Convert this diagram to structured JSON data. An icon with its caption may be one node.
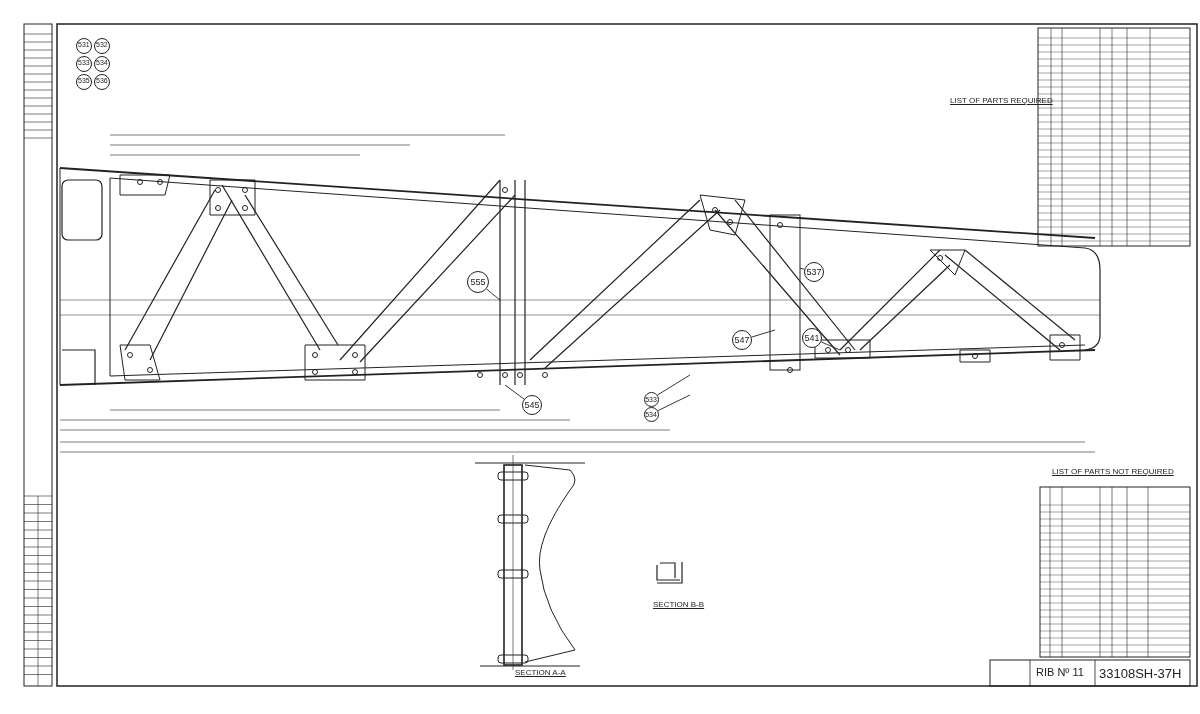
{
  "diagram": {
    "nodes": [
      {
        "text": [
          "555"
        ]
      },
      {
        "text": [
          "545"
        ]
      },
      {
        "text": [
          "547"
        ]
      },
      {
        "text": [
          "541"
        ]
      },
      {
        "text": [
          "537"
        ]
      },
      {
        "text": [
          "533"
        ]
      },
      {
        "text": [
          "534"
        ]
      }
    ],
    "edges": [
      {
        "from": 0,
        "to": null,
        "arrow": "none"
      },
      {
        "from": 1,
        "to": null,
        "arrow": "none"
      },
      {
        "from": 2,
        "to": null,
        "arrow": "none"
      },
      {
        "from": 3,
        "to": null,
        "arrow": "none"
      },
      {
        "from": 4,
        "to": null,
        "arrow": "none"
      },
      {
        "from": 5,
        "to": null,
        "arrow": "none"
      },
      {
        "from": 6,
        "to": null,
        "arrow": "none"
      }
    ],
    "labels": [
      "531",
      "532",
      "533",
      "534",
      "535",
      "536",
      "LIST OF PARTS REQUIRED",
      "LIST OF PARTS NOT REQUIRED",
      "SECTION A-A",
      "SECTION B-B",
      "RIB Nº 11",
      "33108SH-37H"
    ]
  }
}
